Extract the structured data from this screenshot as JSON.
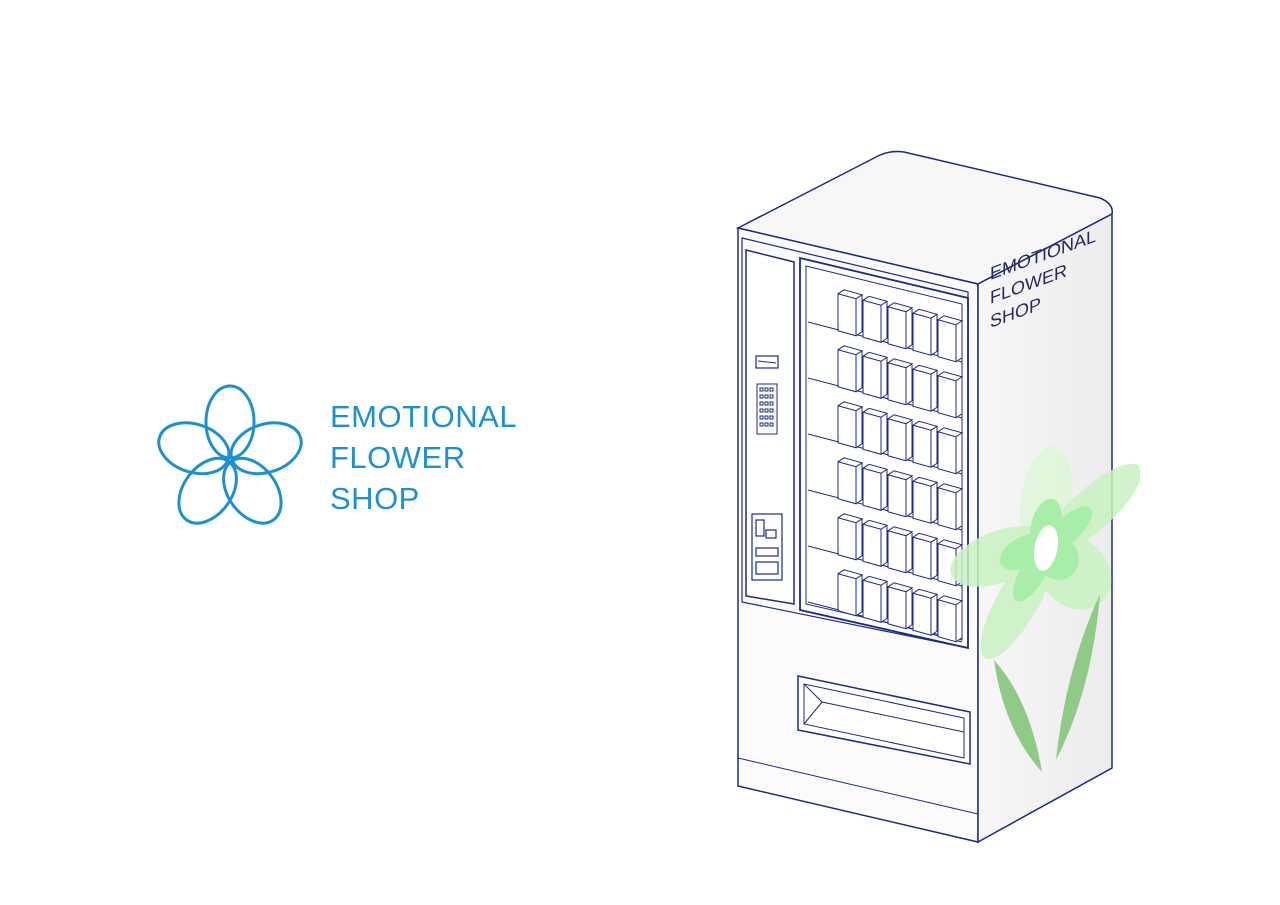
{
  "brand": {
    "line1": "EMOTIONAL",
    "line2": "FLOWER",
    "line3": "SHOP",
    "color": "#1e90d0"
  },
  "machine_side": {
    "line1": "EMOTIONAL",
    "line2": "FLOWER",
    "line3": "SHOP",
    "flower_color": "#a8eea8",
    "leaf_color": "#7dc07d"
  },
  "colors": {
    "outline": "#1c2a8a",
    "background": "#ffffff"
  },
  "shelf_rows": 6,
  "items_per_row": 5
}
